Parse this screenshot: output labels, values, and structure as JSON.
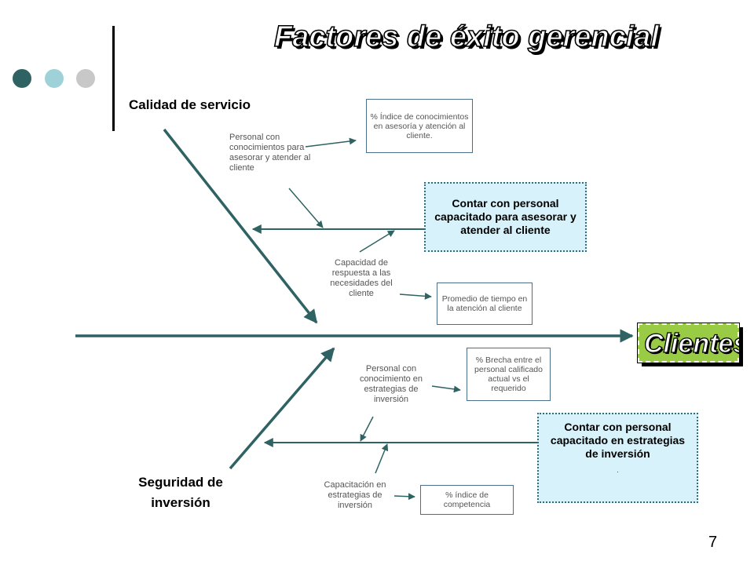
{
  "title": "Factores de éxito gerencial",
  "effect_label": "Clientes",
  "page_number": "7",
  "colors": {
    "bone": "#2f6262",
    "dot_dark": "#2f6262",
    "dot_teal": "#9fd1d8",
    "dot_grey": "#c8c8c8",
    "objective_fill": "#d7f2fa",
    "effect_fill": "#99cc44"
  },
  "upper": {
    "category": "Calidad de servicio",
    "factor1": "Personal con conocimientos para asesorar y atender al cliente",
    "indicator1": "% Índice de conocimientos en asesoría y atención al cliente.",
    "objective": "Contar con personal capacitado para asesorar y atender al cliente",
    "factor2": "Capacidad de respuesta a las necesidades del cliente",
    "indicator2": "Promedio de tiempo en la atención al cliente"
  },
  "lower": {
    "category_line1": "Seguridad de",
    "category_line2": "inversión",
    "factor1": "Personal con conocimiento en estrategias de inversión",
    "indicator1": "% Brecha entre el personal calificado actual vs el requerido",
    "objective": "Contar con personal capacitado en estrategias de inversión",
    "objective_note": ".",
    "factor2": "Capacitación en estrategias de inversión",
    "indicator2": "% índice de competencia"
  }
}
